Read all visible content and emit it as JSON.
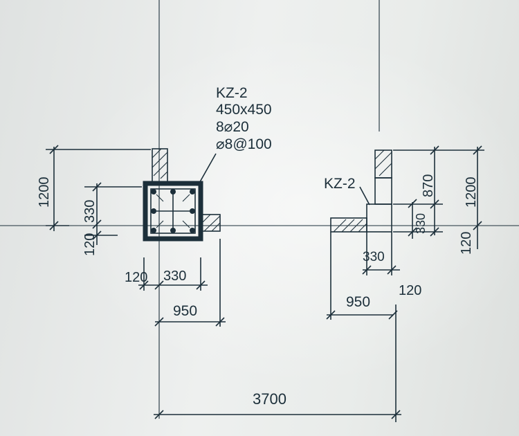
{
  "column_tag_left": "KZ-2",
  "column_size": "450x450",
  "column_main_rebar": "8⌀20",
  "column_stirrup": "⌀8@100",
  "column_tag_right": "KZ-2",
  "left_dims": {
    "vertical_total": "1200",
    "vertical_mid": "330",
    "vertical_small": "120",
    "horizontal_small": "120",
    "horizontal_mid": "330",
    "horizontal_total": "950"
  },
  "right_dims": {
    "vertical_upper": "870",
    "vertical_total": "1200",
    "vertical_mid": "330",
    "vertical_small": "120",
    "horizontal_mid": "330",
    "horizontal_small": "120",
    "horizontal_total": "950"
  },
  "span_dim": "3700",
  "colors": {
    "ink": "#1c2f3a",
    "paper": "#e8ebe9"
  }
}
